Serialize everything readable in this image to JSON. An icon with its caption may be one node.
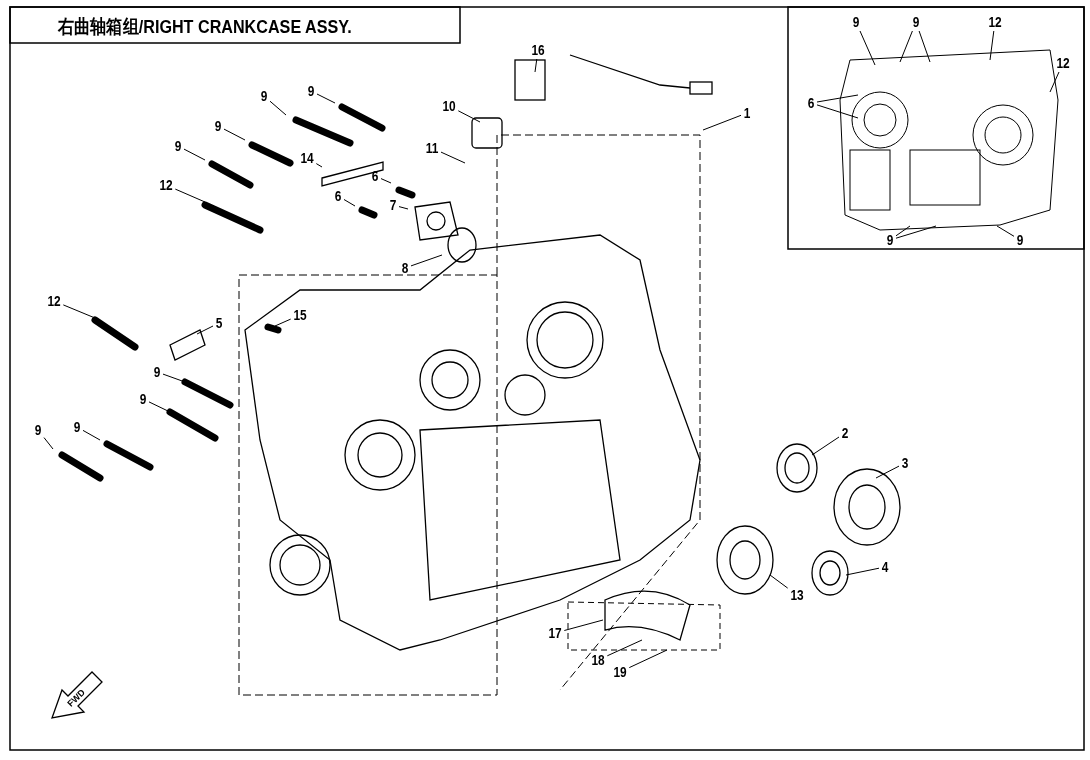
{
  "diagram": {
    "title": "右曲轴箱组/RIGHT CRANKCASE ASSY.",
    "nodes": [
      {
        "text": [
          "9"
        ]
      },
      {
        "text": [
          "9"
        ]
      },
      {
        "text": [
          "12"
        ]
      },
      {
        "text": [
          "16"
        ]
      },
      {
        "text": [
          "12"
        ]
      },
      {
        "text": [
          "9"
        ]
      },
      {
        "text": [
          "9"
        ]
      },
      {
        "text": [
          "6"
        ]
      },
      {
        "text": [
          "10"
        ]
      },
      {
        "text": [
          "1"
        ]
      },
      {
        "text": [
          "9"
        ]
      },
      {
        "text": [
          "9"
        ]
      },
      {
        "text": [
          "11"
        ]
      },
      {
        "text": [
          "14"
        ]
      },
      {
        "text": [
          "6"
        ]
      },
      {
        "text": [
          "12"
        ]
      },
      {
        "text": [
          "6"
        ]
      },
      {
        "text": [
          "7"
        ]
      },
      {
        "text": [
          "9"
        ]
      },
      {
        "text": [
          "9"
        ]
      },
      {
        "text": [
          "8"
        ]
      },
      {
        "text": [
          "12"
        ]
      },
      {
        "text": [
          "15"
        ]
      },
      {
        "text": [
          "5"
        ]
      },
      {
        "text": [
          "9"
        ]
      },
      {
        "text": [
          "9"
        ]
      },
      {
        "text": [
          "9"
        ]
      },
      {
        "text": [
          "9"
        ]
      },
      {
        "text": [
          "2"
        ]
      },
      {
        "text": [
          "3"
        ]
      },
      {
        "text": [
          "4"
        ]
      },
      {
        "text": [
          "13"
        ]
      },
      {
        "text": [
          "17"
        ]
      },
      {
        "text": [
          "18"
        ]
      },
      {
        "text": [
          "19"
        ]
      }
    ],
    "edges": [
      {
        "from": 0,
        "to": null,
        "arrow": "none"
      },
      {
        "from": 1,
        "to": null,
        "arrow": "none"
      },
      {
        "from": 1,
        "to": null,
        "arrow": "none"
      },
      {
        "from": 2,
        "to": null,
        "arrow": "none"
      },
      {
        "from": 3,
        "to": null,
        "arrow": "none"
      },
      {
        "from": 4,
        "to": null,
        "arrow": "none"
      },
      {
        "from": 5,
        "to": null,
        "arrow": "none"
      },
      {
        "from": 6,
        "to": null,
        "arrow": "none"
      },
      {
        "from": 7,
        "to": null,
        "arrow": "none"
      },
      {
        "from": 7,
        "to": null,
        "arrow": "none"
      },
      {
        "from": 8,
        "to": null,
        "arrow": "none"
      },
      {
        "from": 9,
        "to": null,
        "arrow": "none"
      },
      {
        "from": 10,
        "to": null,
        "arrow": "none"
      },
      {
        "from": 11,
        "to": null,
        "arrow": "none"
      },
      {
        "from": 12,
        "to": null,
        "arrow": "none"
      },
      {
        "from": 13,
        "to": null,
        "arrow": "none"
      },
      {
        "from": 14,
        "to": null,
        "arrow": "none"
      },
      {
        "from": 15,
        "to": null,
        "arrow": "none"
      },
      {
        "from": 16,
        "to": null,
        "arrow": "none"
      },
      {
        "from": 17,
        "to": null,
        "arrow": "none"
      },
      {
        "from": 18,
        "to": null,
        "arrow": "none"
      },
      {
        "from": 18,
        "to": null,
        "arrow": "none"
      },
      {
        "from": 19,
        "to": null,
        "arrow": "none"
      },
      {
        "from": 20,
        "to": null,
        "arrow": "none"
      },
      {
        "from": 21,
        "to": null,
        "arrow": "none"
      },
      {
        "from": 22,
        "to": null,
        "arrow": "none"
      },
      {
        "from": 23,
        "to": null,
        "arrow": "none"
      },
      {
        "from": 24,
        "to": null,
        "arrow": "none"
      },
      {
        "from": 25,
        "to": null,
        "arrow": "none"
      },
      {
        "from": 26,
        "to": null,
        "arrow": "none"
      },
      {
        "from": 27,
        "to": null,
        "arrow": "none"
      },
      {
        "from": 28,
        "to": null,
        "arrow": "none"
      },
      {
        "from": 29,
        "to": null,
        "arrow": "none"
      },
      {
        "from": 30,
        "to": null,
        "arrow": "none"
      },
      {
        "from": 31,
        "to": null,
        "arrow": "none"
      },
      {
        "from": 32,
        "to": null,
        "arrow": "none"
      },
      {
        "from": 33,
        "to": null,
        "arrow": "none"
      },
      {
        "from": 34,
        "to": null,
        "arrow": "none"
      }
    ],
    "labels": [
      "FWD"
    ]
  }
}
